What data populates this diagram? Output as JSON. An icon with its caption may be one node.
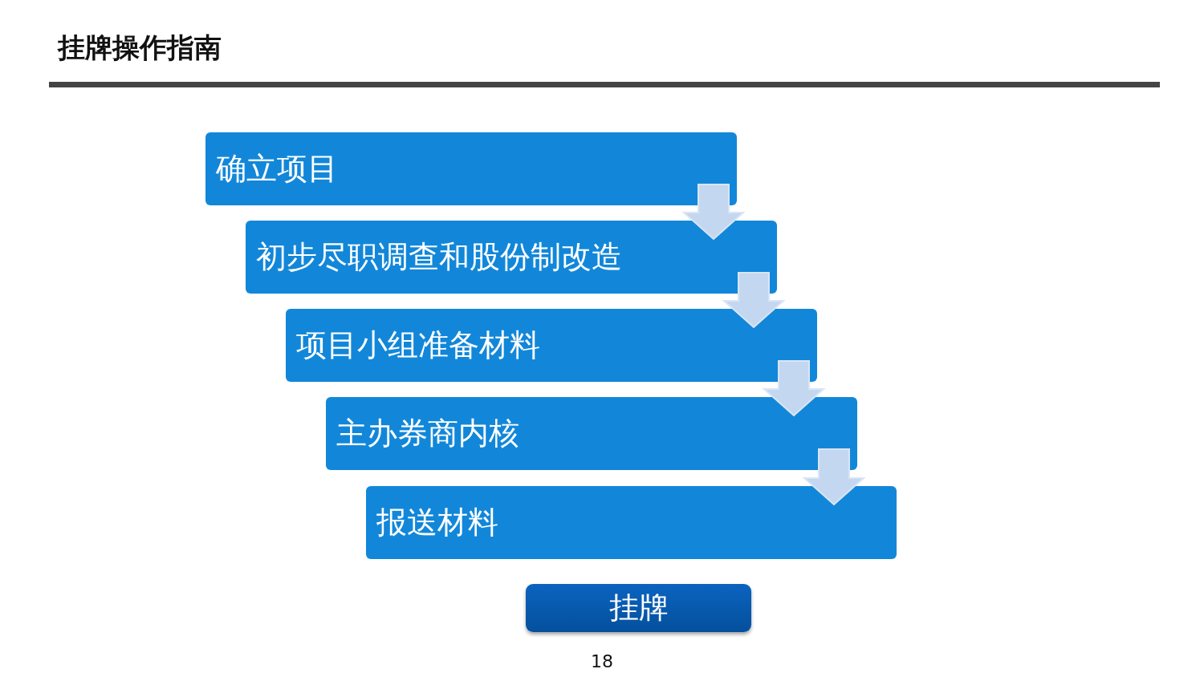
{
  "diagram": {
    "title": "挂牌操作指南",
    "nodes": [
      {
        "text": [
          "确立项目"
        ]
      },
      {
        "text": [
          "初步尽职调查和股份制改造"
        ]
      },
      {
        "text": [
          "项目小组准备材料"
        ]
      },
      {
        "text": [
          "主办券商内核"
        ]
      },
      {
        "text": [
          "报送材料"
        ]
      },
      {
        "text": [
          "挂牌"
        ]
      }
    ],
    "edges": [
      {
        "from": 0,
        "to": 1,
        "arrow": "to"
      },
      {
        "from": 1,
        "to": 2,
        "arrow": "to"
      },
      {
        "from": 2,
        "to": 3,
        "arrow": "to"
      },
      {
        "from": 3,
        "to": 4,
        "arrow": "to"
      }
    ],
    "labels": [
      "18"
    ]
  }
}
